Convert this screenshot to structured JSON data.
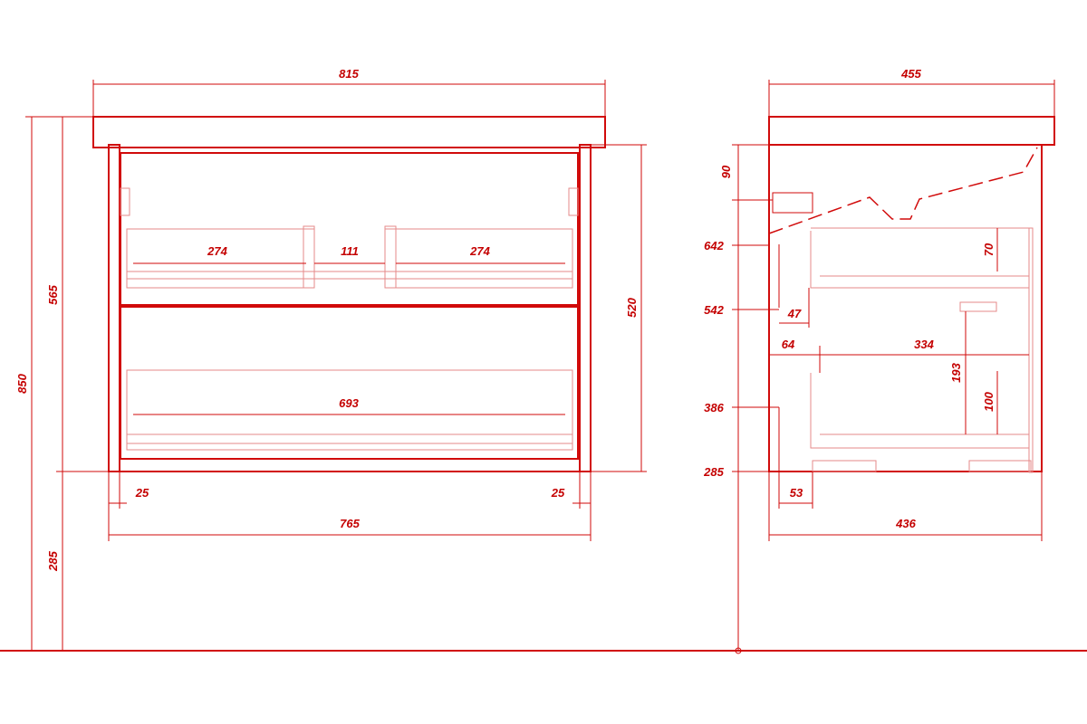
{
  "front_view": {
    "dimensions": {
      "top_width": "815",
      "height_total": "850",
      "height_body": "565",
      "height_inner": "520",
      "mount_height": "285",
      "drawer_handle_left": "274",
      "drawer_gap": "111",
      "drawer_handle_right": "274",
      "drawer_bottom_width": "693",
      "side_left": "25",
      "side_right": "25",
      "body_width": "765"
    }
  },
  "side_view": {
    "dimensions": {
      "depth_top": "455",
      "top_offset": "90",
      "level_642": "642",
      "level_542": "542",
      "level_386": "386",
      "level_285": "285",
      "drawer_height_upper": "70",
      "offset_47": "47",
      "offset_64": "64",
      "drawer_depth": "334",
      "drawer_height_lower": "193",
      "inner_100": "100",
      "offset_53": "53",
      "depth_body": "436"
    }
  }
}
